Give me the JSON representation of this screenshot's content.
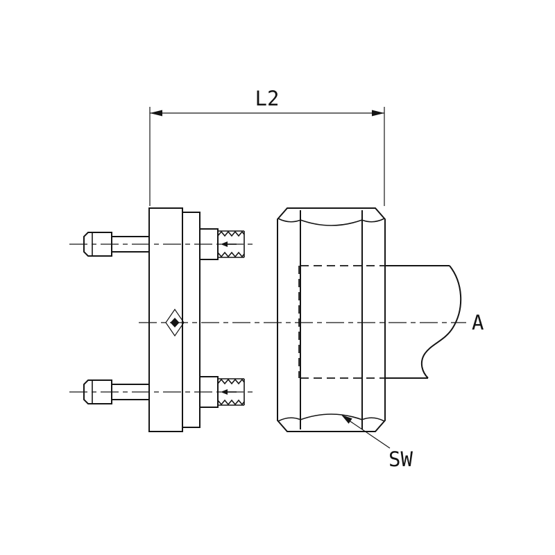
{
  "drawing": {
    "labels": {
      "length_dimension": "L2",
      "axis_label": "A",
      "wrench_size": "SW"
    },
    "colors": {
      "line": "#141414",
      "background": "#ffffff"
    }
  }
}
